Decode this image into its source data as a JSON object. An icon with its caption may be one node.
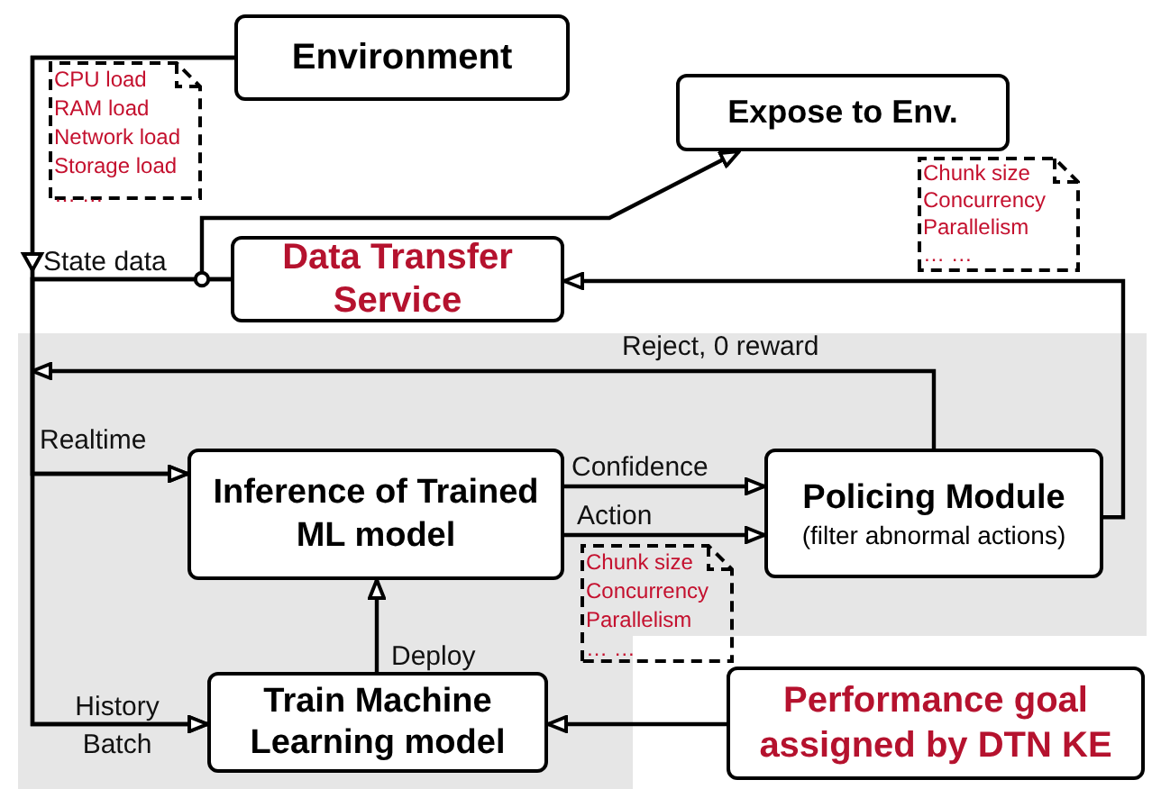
{
  "diagram": {
    "nodes": [
      {
        "text": [
          "Environment"
        ]
      },
      {
        "text": [
          "CPU load",
          "RAM load",
          "Network load",
          "Storage load",
          "… …"
        ]
      },
      {
        "text": [
          "Expose to Env."
        ]
      },
      {
        "text": [
          "Data Transfer Service"
        ]
      },
      {
        "text": [
          "Chunk size",
          "Concurrency",
          "Parallelism",
          "… …"
        ]
      },
      {
        "text": [
          "Inference of Trained ML model"
        ]
      },
      {
        "text": [
          "Policing Module",
          "(filter abnormal actions)"
        ]
      },
      {
        "text": [
          "Chunk size",
          "Concurrency",
          "Parallelism",
          "… …"
        ]
      },
      {
        "text": [
          "Train Machine Learning model"
        ]
      },
      {
        "text": [
          "Performance goal assigned by DTN KE"
        ]
      }
    ],
    "edges": [
      {
        "from": 0,
        "to": 5,
        "arrow": "to",
        "label": "Realtime"
      },
      {
        "from": 0,
        "to": 8,
        "arrow": "to",
        "label": "History Batch"
      },
      {
        "from": 3,
        "to": 5,
        "arrow": "to"
      },
      {
        "from": 3,
        "to": 8,
        "arrow": "to"
      },
      {
        "from": 3,
        "to": 2,
        "arrow": "to"
      },
      {
        "from": 5,
        "to": 6,
        "arrow": "to",
        "label": "Confidence"
      },
      {
        "from": 5,
        "to": 6,
        "arrow": "to",
        "label": "Action"
      },
      {
        "from": 6,
        "to": 3,
        "arrow": "to"
      },
      {
        "from": 6,
        "to": null,
        "arrow": "to",
        "label": "Reject, 0 reward"
      },
      {
        "from": 8,
        "to": 5,
        "arrow": "to",
        "label": "Deploy"
      },
      {
        "from": 9,
        "to": 8,
        "arrow": "to"
      }
    ],
    "labels": [
      "State data"
    ]
  }
}
